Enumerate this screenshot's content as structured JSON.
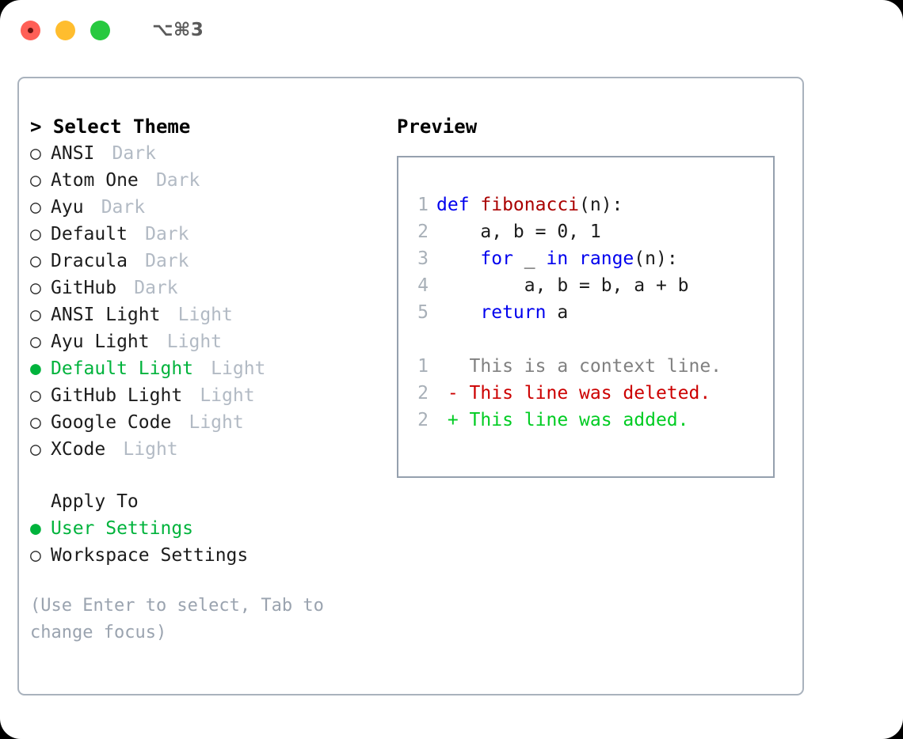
{
  "window": {
    "shortcut": "⌥⌘3",
    "traffic_lights": [
      {
        "name": "close",
        "color": "#ff5f56"
      },
      {
        "name": "minimize",
        "color": "#ffbd2e"
      },
      {
        "name": "maximize",
        "color": "#27c93f"
      }
    ]
  },
  "theme_picker": {
    "header": "> Select Theme",
    "selected_marker": "●",
    "unselected_marker": "○",
    "accent_color": "#00b33c",
    "tag_color": "#b2bac4",
    "items": [
      {
        "name": "ANSI",
        "tag": "Dark",
        "selected": false
      },
      {
        "name": "Atom One",
        "tag": "Dark",
        "selected": false
      },
      {
        "name": "Ayu",
        "tag": "Dark",
        "selected": false
      },
      {
        "name": "Default",
        "tag": "Dark",
        "selected": false
      },
      {
        "name": "Dracula",
        "tag": "Dark",
        "selected": false
      },
      {
        "name": "GitHub",
        "tag": "Dark",
        "selected": false
      },
      {
        "name": "ANSI Light",
        "tag": "Light",
        "selected": false
      },
      {
        "name": "Ayu Light",
        "tag": "Light",
        "selected": false
      },
      {
        "name": "Default Light",
        "tag": "Light",
        "selected": true
      },
      {
        "name": "GitHub Light",
        "tag": "Light",
        "selected": false
      },
      {
        "name": "Google Code",
        "tag": "Light",
        "selected": false
      },
      {
        "name": "XCode",
        "tag": "Light",
        "selected": false
      }
    ]
  },
  "apply_to": {
    "header": "Apply To",
    "items": [
      {
        "name": "User Settings",
        "selected": true
      },
      {
        "name": "Workspace Settings",
        "selected": false
      }
    ]
  },
  "hint": "(Use Enter to select, Tab to change focus)",
  "preview": {
    "title": "Preview",
    "code_lines": [
      {
        "num": "1",
        "tokens": [
          {
            "text": "def ",
            "cls": "kw"
          },
          {
            "text": "fibonacci",
            "cls": "fn"
          },
          {
            "text": "(n):",
            "cls": "pl"
          }
        ]
      },
      {
        "num": "2",
        "tokens": [
          {
            "text": "    a, b = 0, 1",
            "cls": "pl"
          }
        ]
      },
      {
        "num": "3",
        "tokens": [
          {
            "text": "    ",
            "cls": "pl"
          },
          {
            "text": "for",
            "cls": "kw"
          },
          {
            "text": " _ ",
            "cls": "pl"
          },
          {
            "text": "in ",
            "cls": "kw"
          },
          {
            "text": "range",
            "cls": "kw"
          },
          {
            "text": "(n):",
            "cls": "pl"
          }
        ]
      },
      {
        "num": "4",
        "tokens": [
          {
            "text": "        a, b = b, a + b",
            "cls": "pl"
          }
        ]
      },
      {
        "num": "5",
        "tokens": [
          {
            "text": "    ",
            "cls": "pl"
          },
          {
            "text": "return",
            "cls": "kw"
          },
          {
            "text": " a",
            "cls": "pl"
          }
        ]
      }
    ],
    "diff_lines": [
      {
        "num": "1",
        "sign": " ",
        "text": " This is a context line.",
        "cls": "ctx"
      },
      {
        "num": "2",
        "sign": "-",
        "text": " This line was deleted.",
        "cls": "del"
      },
      {
        "num": "2",
        "sign": "+",
        "text": " This line was added.",
        "cls": "add"
      }
    ]
  }
}
